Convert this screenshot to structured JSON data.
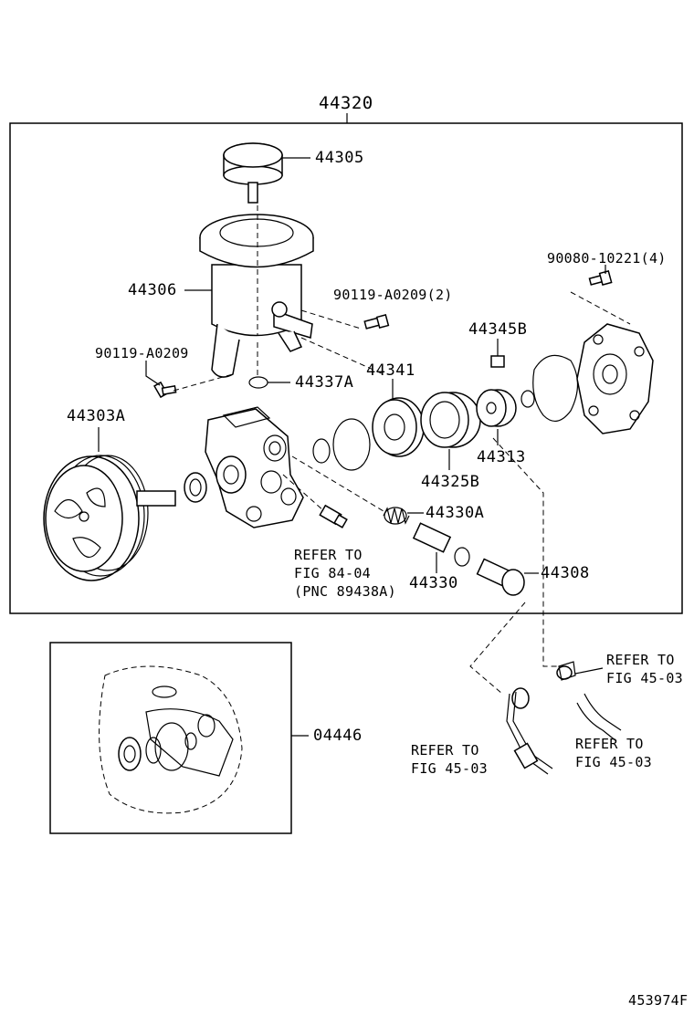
{
  "assembly_label": "44320",
  "part_labels": {
    "reservoir_cap": "44305",
    "reservoir": "44306",
    "bolt_a0209_2": "90119-A0209(2)",
    "bolt_a0209": "90119-A0209",
    "bolt_10221": "90080-10221(4)",
    "o_ring": "44337A",
    "plate": "44341",
    "ring_44345b": "44345B",
    "pulley": "44303A",
    "cam_ring": "44325B",
    "rotor": "44313",
    "spring": "44330A",
    "valve": "44330",
    "union": "44308",
    "gasket_kit": "04446"
  },
  "references": {
    "sensor_ref": [
      "REFER TO",
      "FIG 84-04",
      "(PNC 89438A)"
    ],
    "pressure_hose_ref": [
      "REFER TO",
      "FIG 45-03"
    ],
    "return_hose_ref": [
      "REFER TO",
      "FIG 45-03"
    ],
    "clamp_ref": [
      "REFER TO",
      "FIG 45-03"
    ]
  },
  "figure_id": "453974F"
}
